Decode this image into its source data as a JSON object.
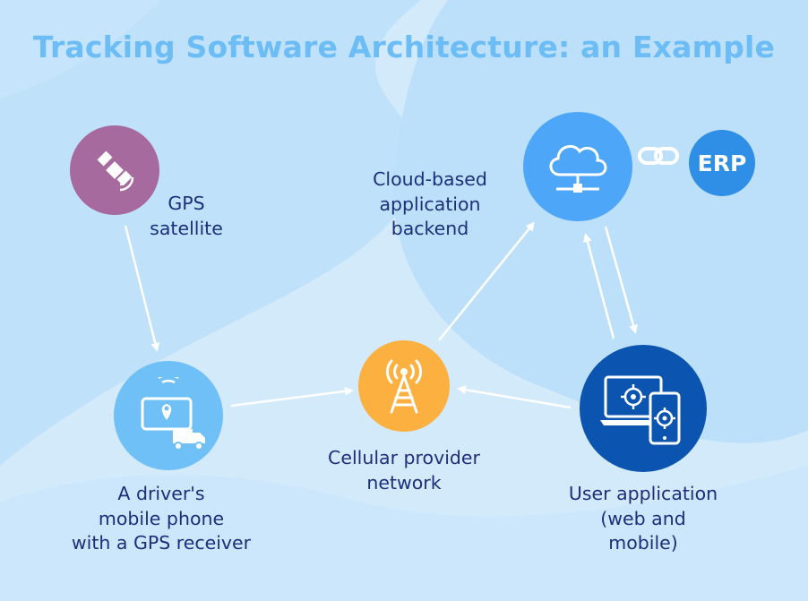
{
  "title": "Tracking Software Architecture: an Example",
  "nodes": {
    "gps_satellite": {
      "label_line1": "GPS",
      "label_line2": "satellite",
      "icon": "satellite-icon",
      "color": "#a66a9f"
    },
    "driver_phone": {
      "label_line1": "A driver's",
      "label_line2": "mobile phone",
      "label_line3": "with a GPS receiver",
      "icon": "phone-truck-location-icon",
      "color": "#6fc0f6"
    },
    "cellular_network": {
      "label_line1": "Cellular provider",
      "label_line2": "network",
      "icon": "cell-tower-icon",
      "color": "#fbb040"
    },
    "cloud_backend": {
      "label_line1": "Cloud-based",
      "label_line2": "application",
      "label_line3": "backend",
      "icon": "cloud-network-icon",
      "color": "#4da6f7"
    },
    "user_application": {
      "label_line1": "User application",
      "label_line2": "(web and",
      "label_line3": "mobile)",
      "icon": "laptop-phone-target-icon",
      "color": "#0b55b0"
    },
    "erp": {
      "label": "ERP",
      "color": "#2f8fe6",
      "link_icon": "chain-link-icon"
    }
  },
  "colors": {
    "background": "#d6ebfb",
    "title": "#6cbcf6",
    "label": "#1c2f7a",
    "arrow": "#ffffff"
  }
}
